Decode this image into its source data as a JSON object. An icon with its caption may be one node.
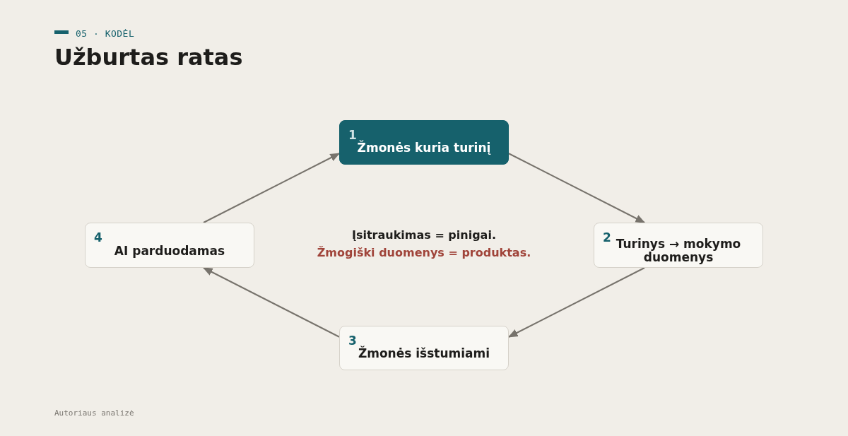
{
  "diagram": {
    "title": "Užburtas ratas",
    "caption": "Autoriaus analizė",
    "nodes": [
      {
        "text": [
          "1",
          "Žmonės kuria turinį"
        ]
      },
      {
        "text": [
          "2",
          "Turinys → mokymo duomenys"
        ]
      },
      {
        "text": [
          "3",
          "Žmonės išstumiami"
        ]
      },
      {
        "text": [
          "4",
          "AI parduodamas"
        ]
      }
    ],
    "edges": [
      {
        "from": 0,
        "to": 1,
        "arrow": "to"
      },
      {
        "from": 1,
        "to": 2,
        "arrow": "to"
      },
      {
        "from": 2,
        "to": 3,
        "arrow": "to"
      },
      {
        "from": 3,
        "to": 0,
        "arrow": "to"
      }
    ],
    "labels": [
      "05 · KODĖL",
      "Įsitraukimas = pinigai.",
      "Žmogiški duomenys = produktas."
    ]
  }
}
